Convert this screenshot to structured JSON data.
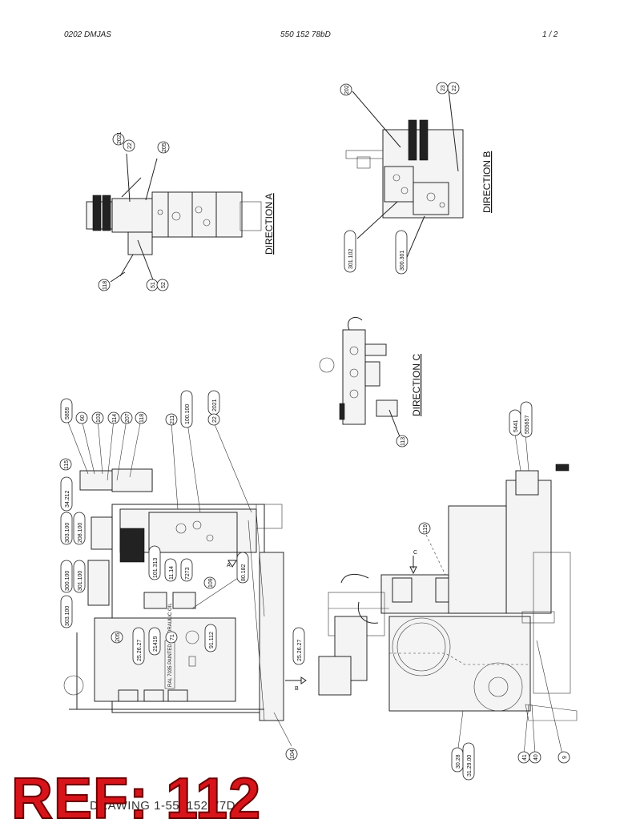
{
  "header": {
    "left": "0202 DMJAS",
    "center": "550 152 78bD",
    "right": "1 /  2"
  },
  "views": {
    "direction_a": "DIRECTION A",
    "direction_b": "DIRECTION B",
    "direction_c": "DIRECTION C"
  },
  "arrows": {
    "a": "A",
    "b": "B",
    "c": "C"
  },
  "callouts": {
    "a_2021": "2021",
    "a_22": "22",
    "a_205": "205",
    "a_118": "118",
    "a_51": "51",
    "a_52": "52",
    "b_202": "202",
    "b_23": "23",
    "b_22": "22",
    "b_3010_2": "301.102",
    "b_3010_3": "300.301",
    "c_113": "113",
    "f_5859": "5859",
    "f_60": "60",
    "f_103": "103",
    "f_114": "114",
    "f_207": "207",
    "f_118": "118",
    "f_211": "211",
    "f_10": "100.100",
    "f_2021": "2021",
    "f_22": "22",
    "f_115": "115",
    "f_34": "34.212",
    "f_12": "303.100",
    "f_208": "208.100",
    "f_30": "300.100",
    "f_31": "301.100",
    "f_21": "303.100",
    "f_1013": "101.313",
    "f_117": "11.14",
    "f_7273": "7273",
    "f_109": "109",
    "f_80": "80.182",
    "f_205": "205",
    "f_2527": "25.26.27",
    "f_71": "71",
    "f_91112": "91.112",
    "f_21419": "21419",
    "f_2526": "25.26.27",
    "f_104": "104",
    "f_5441": "5441",
    "f_5557": "555657",
    "f_119": "119",
    "f_3028": "30.28",
    "f_3129": "31.29.00",
    "f_41": "41",
    "f_40": "40",
    "f_9": "9"
  },
  "plate_text": "RAL 7035 PAINTED / HYDRAULIC OIL",
  "footer": "DRAWING 1-550152-77D",
  "stamp": "REF: 112"
}
